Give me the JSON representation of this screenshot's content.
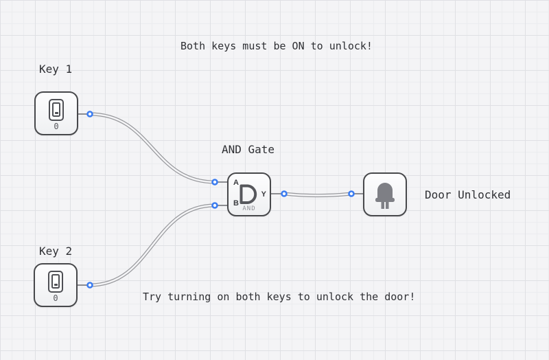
{
  "annotations": {
    "title": "Both keys must be ON to unlock!",
    "hint": "Try turning on both keys to unlock the door!"
  },
  "components": {
    "key1": {
      "label": "Key 1",
      "value": "0"
    },
    "key2": {
      "label": "Key 2",
      "value": "0"
    },
    "gate": {
      "label": "AND Gate",
      "pin_a": "A",
      "pin_b": "B",
      "pin_y": "Y",
      "caption": "AND"
    },
    "led": {
      "label": "Door Unlocked"
    }
  },
  "colors": {
    "background": "#f4f4f6",
    "grid_minor": "#ebecef",
    "grid_major": "#dfe0e4",
    "component_border": "#47484b",
    "wire": "#96979b",
    "connection_node": "#3b7cf0",
    "text": "#2e2f33"
  }
}
